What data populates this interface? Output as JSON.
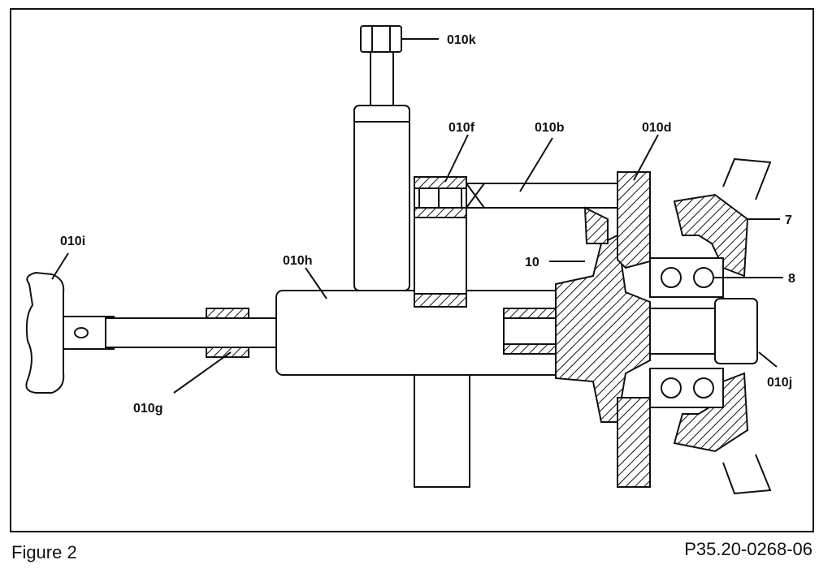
{
  "labels": {
    "l010k": "010k",
    "l010f": "010f",
    "l010b": "010b",
    "l010d": "010d",
    "l7": "7",
    "l010i": "010i",
    "l010h": "010h",
    "l10": "10",
    "l8": "8",
    "l010g": "010g",
    "l010j": "010j"
  },
  "caption": {
    "figure": "Figure 2",
    "code": "P35.20-0268-06"
  }
}
